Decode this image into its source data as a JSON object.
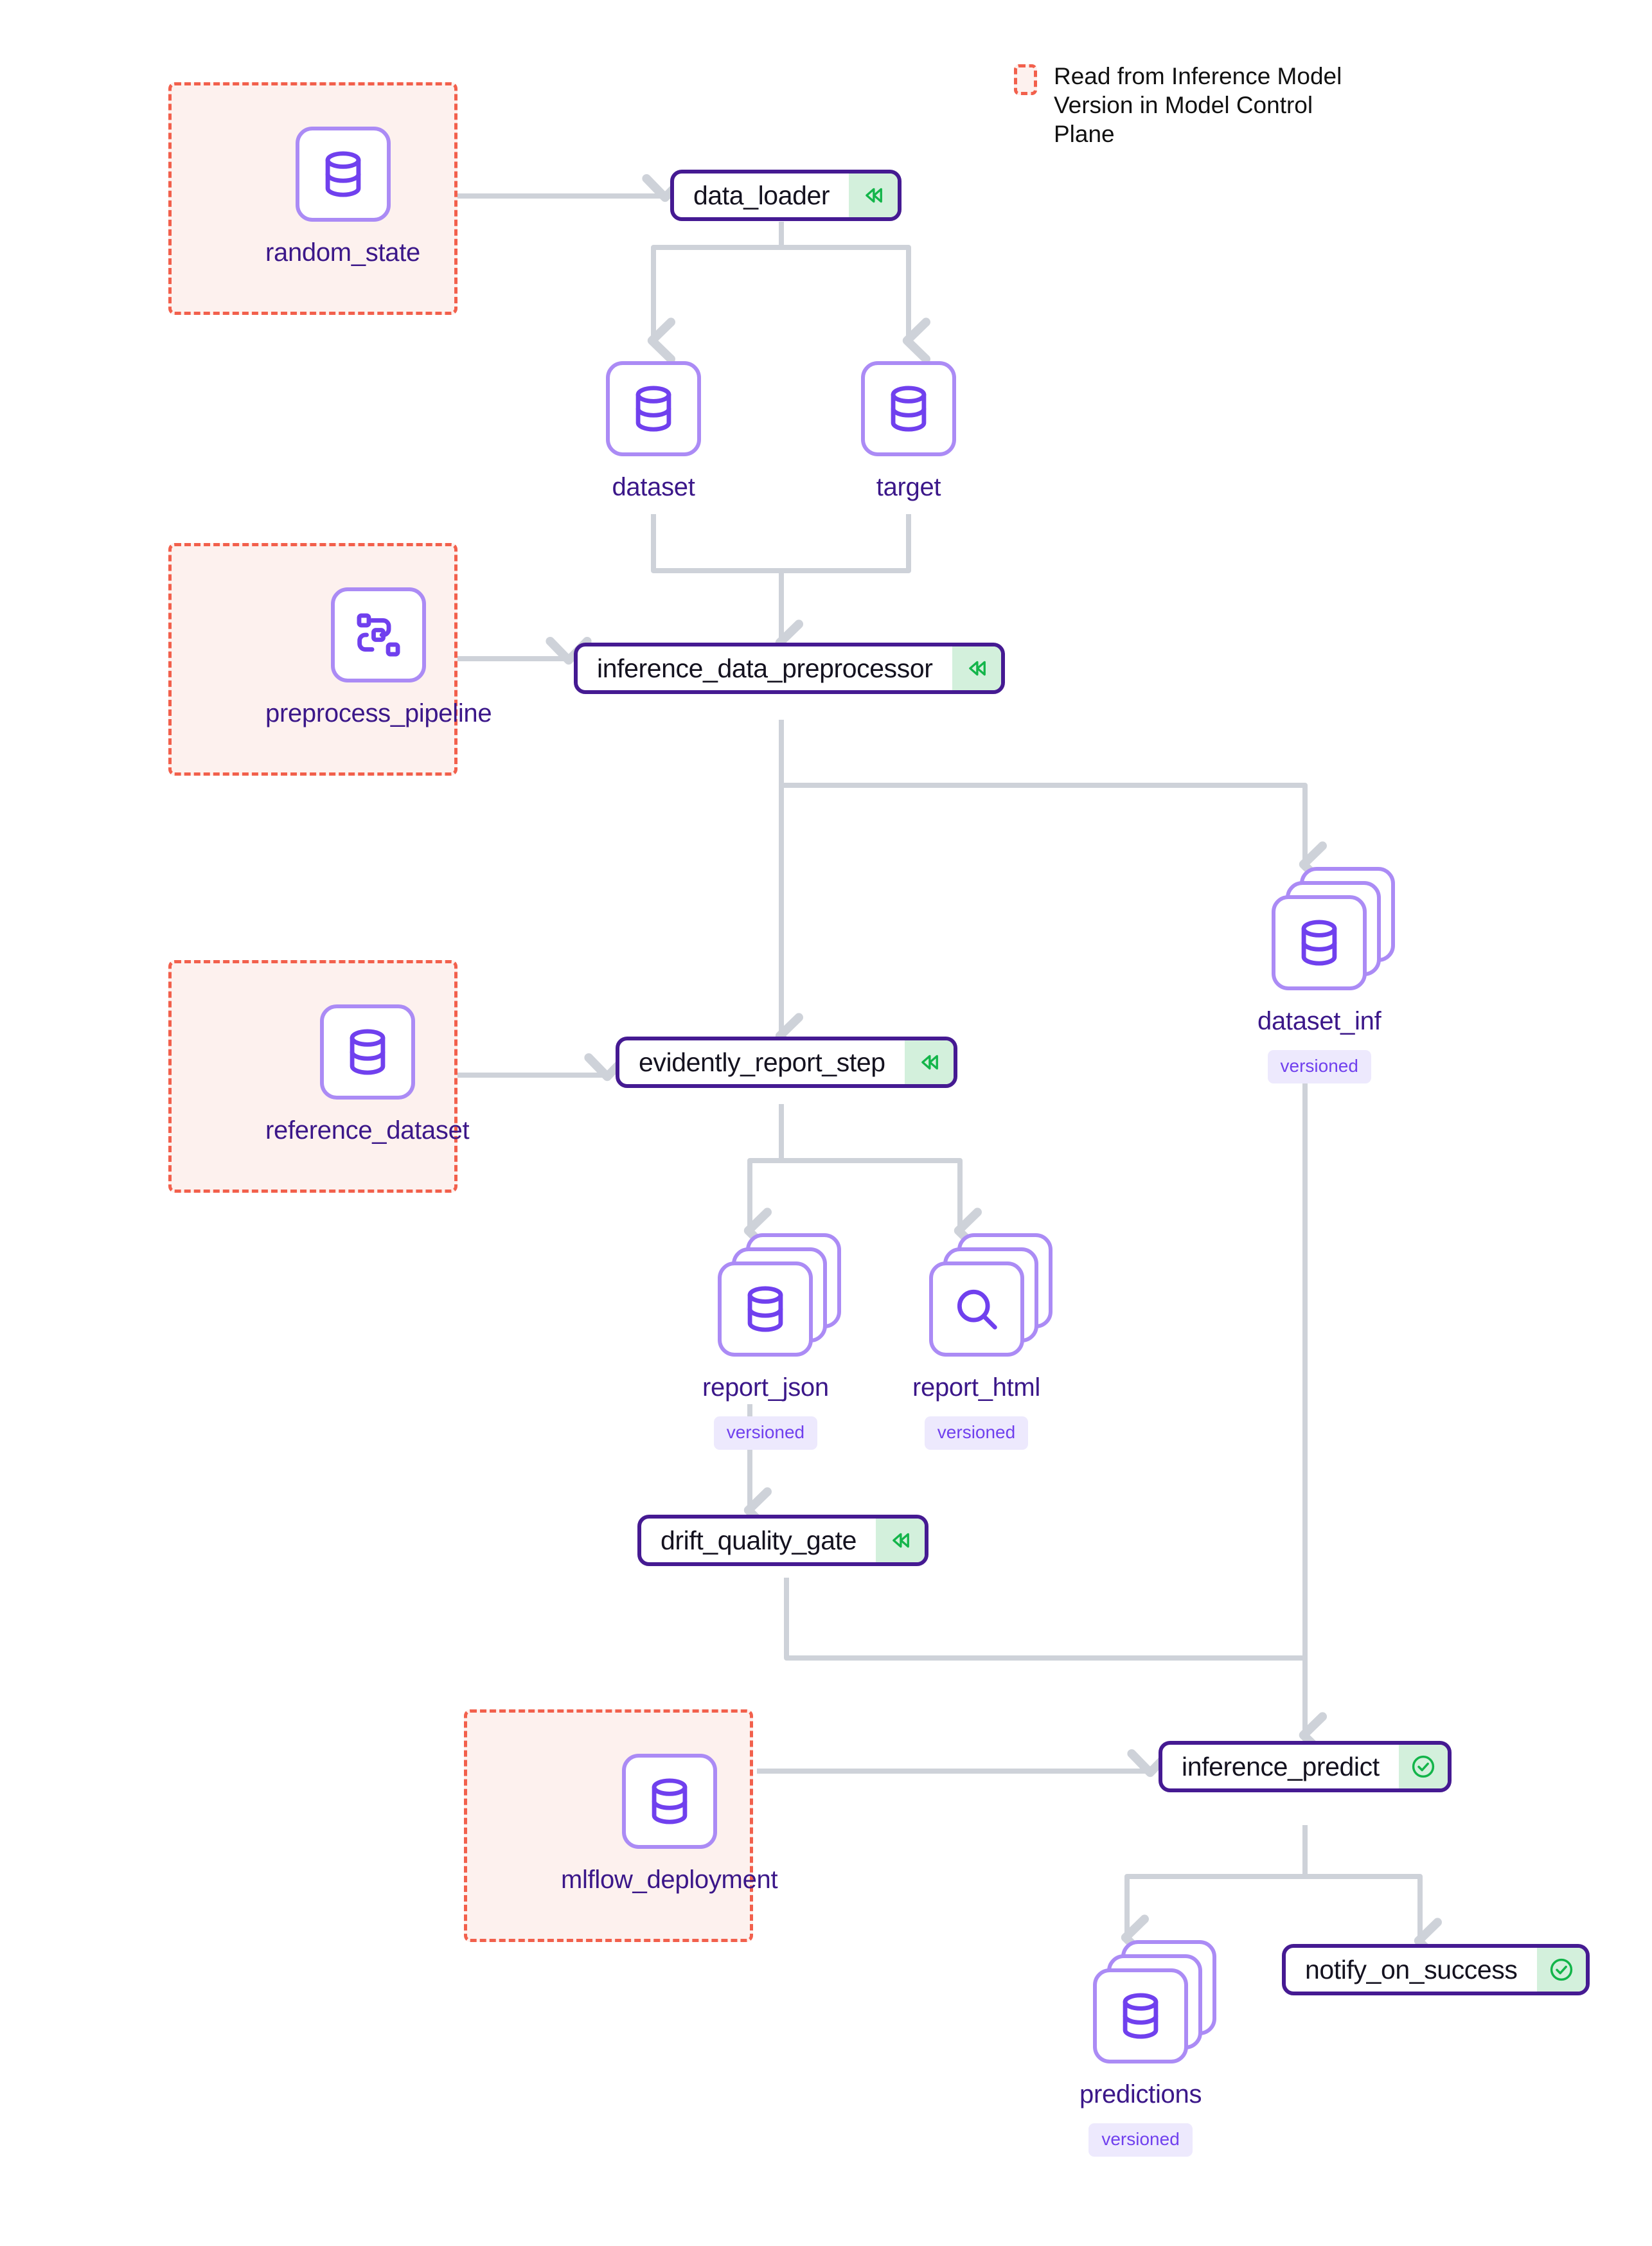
{
  "legend": {
    "swatch_name": "dashed-group-swatch",
    "text": "Read from Inference Model Version in Model Control Plane"
  },
  "colors": {
    "group_border": "#f2604c",
    "group_fill": "#fdf1ee",
    "artifact_border": "#ab8bf5",
    "artifact_icon": "#7040ee",
    "artifact_label": "#3b1789",
    "step_border": "#451a92",
    "step_badge_bg": "#d3f0dc",
    "badge_cached": "#13b54a",
    "badge_success": "#13b54a",
    "versioned_bg": "#ede9fd",
    "versioned_text": "#7040ee",
    "edge": "#ced2d9"
  },
  "groups": [
    {
      "id": "group-random-state",
      "label": "random_state"
    },
    {
      "id": "group-preprocess-pipeline",
      "label": "preprocess_pipeline"
    },
    {
      "id": "group-reference-dataset",
      "label": "reference_dataset"
    },
    {
      "id": "group-mlflow-deployment",
      "label": "mlflow_deployment"
    }
  ],
  "artifacts": [
    {
      "id": "random_state",
      "label": "random_state",
      "icon": "database-icon",
      "stacked": false,
      "versioned": null
    },
    {
      "id": "dataset",
      "label": "dataset",
      "icon": "database-icon",
      "stacked": false,
      "versioned": null
    },
    {
      "id": "target",
      "label": "target",
      "icon": "database-icon",
      "stacked": false,
      "versioned": null
    },
    {
      "id": "preprocess_pipeline",
      "label": "preprocess_pipeline",
      "icon": "pipeline-icon",
      "stacked": false,
      "versioned": null
    },
    {
      "id": "reference_dataset",
      "label": "reference_dataset",
      "icon": "database-icon",
      "stacked": false,
      "versioned": null
    },
    {
      "id": "dataset_inf",
      "label": "dataset_inf",
      "icon": "database-icon",
      "stacked": true,
      "versioned": "versioned"
    },
    {
      "id": "report_json",
      "label": "report_json",
      "icon": "database-icon",
      "stacked": true,
      "versioned": "versioned"
    },
    {
      "id": "report_html",
      "label": "report_html",
      "icon": "search-icon",
      "stacked": true,
      "versioned": "versioned"
    },
    {
      "id": "mlflow_deployment",
      "label": "mlflow_deployment",
      "icon": "database-icon",
      "stacked": false,
      "versioned": null
    },
    {
      "id": "predictions",
      "label": "predictions",
      "icon": "database-icon",
      "stacked": true,
      "versioned": "versioned"
    }
  ],
  "steps": [
    {
      "id": "data_loader",
      "label": "data_loader",
      "badge": "cached-icon"
    },
    {
      "id": "inference_data_preprocessor",
      "label": "inference_data_preprocessor",
      "badge": "cached-icon"
    },
    {
      "id": "evidently_report_step",
      "label": "evidently_report_step",
      "badge": "cached-icon"
    },
    {
      "id": "drift_quality_gate",
      "label": "drift_quality_gate",
      "badge": "cached-icon"
    },
    {
      "id": "inference_predict",
      "label": "inference_predict",
      "badge": "success-check-icon"
    },
    {
      "id": "notify_on_success",
      "label": "notify_on_success",
      "badge": "success-check-icon"
    }
  ]
}
